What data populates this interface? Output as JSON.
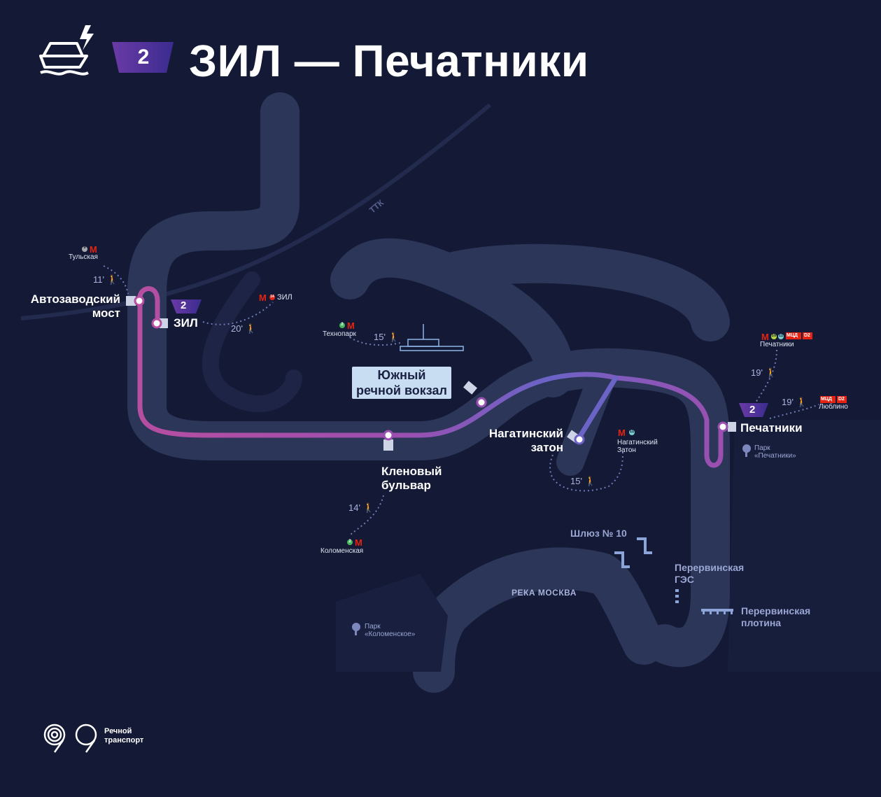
{
  "header": {
    "title": "ЗИЛ — Печатники",
    "route_number": "2"
  },
  "route_badge_on_map": "2",
  "stations": {
    "avtozavodsky": "Автозаводский\nмост",
    "zil": "ЗИЛ",
    "yuzhny_vokzal": "Южный\nречной вокзал",
    "klenovy": "Кленовый\nбульвар",
    "nagatinsky_zaton": "Нагатинский\nзатон",
    "pechatniki": "Печатники"
  },
  "transfers": {
    "tulskaya": {
      "name": "Тульская",
      "line": "9",
      "walk": "11'"
    },
    "zil_metro": {
      "name": "ЗИЛ",
      "line": "14",
      "walk": "20'"
    },
    "tekhnopark": {
      "name": "Технопарк",
      "line": "2",
      "walk": "15'"
    },
    "kolomenskaya": {
      "name": "Коломенская",
      "line": "2",
      "walk": "14'"
    },
    "nagatinsky_metro": {
      "name": "Нагатинский\nЗатон",
      "line": "11",
      "walk": "15'"
    },
    "pechatniki_metro": {
      "name": "Печатники",
      "lines": [
        "10",
        "11"
      ],
      "mcd": "МЦД",
      "mcd_line": "D2",
      "walk": "19'"
    },
    "lyublino": {
      "name": "Люблино",
      "mcd": "МЦД",
      "mcd_line": "D2",
      "walk": "19'"
    }
  },
  "landmarks": {
    "lock": "Шлюз № 10",
    "ges": "Перервинская\nГЭС",
    "dam": "Перервинская\nплотина",
    "river": "РЕКА МОСКВА",
    "ttk": "ТТК",
    "park_kolomenskoe": "Парк\n«Коломенское»",
    "park_pechatniki": "Парк\n«Печатники»"
  },
  "brand": {
    "name": "Речной\nтранспорт"
  },
  "colors": {
    "background": "#141a36",
    "river": "#2b3658",
    "route_start": "#b64ea1",
    "route_end": "#6f6ad0",
    "metro_red": "#e42313",
    "line_9": "#a5a7ab",
    "line_14": "#e42313",
    "line_2": "#47b85f",
    "line_10": "#b3d445",
    "line_11": "#79cdcd",
    "mcd": "#e42313"
  }
}
